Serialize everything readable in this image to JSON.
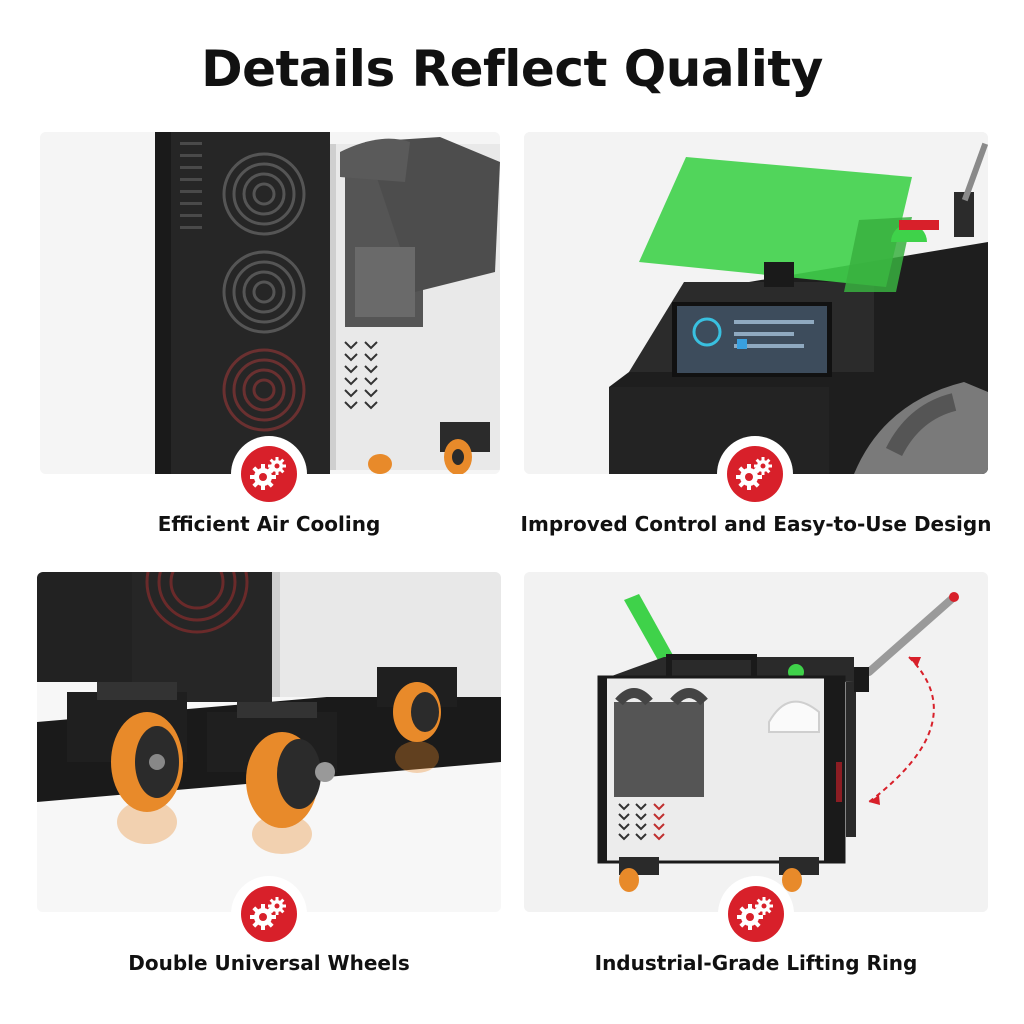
{
  "page": {
    "title": "Details Reflect Quality"
  },
  "features": [
    {
      "caption": "Efficient Air Cooling",
      "icon": "gears-icon"
    },
    {
      "caption": "Improved Control and Easy-to-Use Design",
      "icon": "gears-icon"
    },
    {
      "caption": "Double Universal Wheels",
      "icon": "gears-icon"
    },
    {
      "caption": "Industrial-Grade Lifting Ring",
      "icon": "gears-icon"
    }
  ],
  "colors": {
    "accent": "#d8202a",
    "text": "#111111",
    "machine_dark": "#2a2a2a",
    "cover_green": "#3fd24a",
    "wheel_orange": "#e88a2a"
  }
}
